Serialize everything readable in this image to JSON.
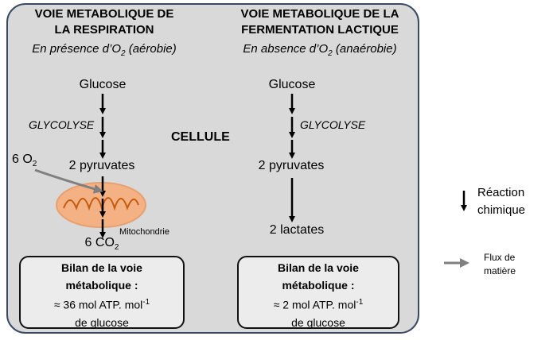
{
  "left_pathway": {
    "title_line1": "VOIE METABOLIQUE DE",
    "title_line2": "LA RESPIRATION",
    "condition_prefix": "En présence d’O",
    "condition_sub": "2",
    "condition_suffix": " (aérobie)",
    "glucose": "Glucose",
    "glycolyse": "GLYCOLYSE",
    "pyruvates": "2 pyruvates",
    "oxygen_prefix": "6 O",
    "oxygen_sub": "2",
    "mitochondrie": "Mitochondrie",
    "co2_prefix": "6 CO",
    "co2_sub": "2",
    "bilan_line1": "Bilan de la voie",
    "bilan_line2": "métabolique :",
    "bilan_line3_prefix": "≈ 36 mol ATP. mol",
    "bilan_line3_sup": "-1",
    "bilan_line4": "de glucose"
  },
  "right_pathway": {
    "title_line1": "VOIE METABOLIQUE DE LA",
    "title_line2": "FERMENTATION LACTIQUE",
    "condition_prefix": "En absence d’O",
    "condition_sub": "2",
    "condition_suffix": " (anaérobie)",
    "glucose": "Glucose",
    "glycolyse": "GLYCOLYSE",
    "pyruvates": "2 pyruvates",
    "lactates": "2 lactates",
    "bilan_line1": "Bilan de la voie",
    "bilan_line2": "métabolique :",
    "bilan_line3_prefix": "≈ 2 mol ATP. mol",
    "bilan_line3_sup": "-1",
    "bilan_line4": "de glucose"
  },
  "cell_label": "CELLULE",
  "legend": {
    "reaction_line1": "Réaction",
    "reaction_line2": "chimique",
    "flux_line1": "Flux de",
    "flux_line2": "matière"
  },
  "colors": {
    "cell_fill": "#d9d9d9",
    "cell_border": "#3a4a63",
    "mitochondria": "#f4b183",
    "flux_arrow": "#808080"
  }
}
